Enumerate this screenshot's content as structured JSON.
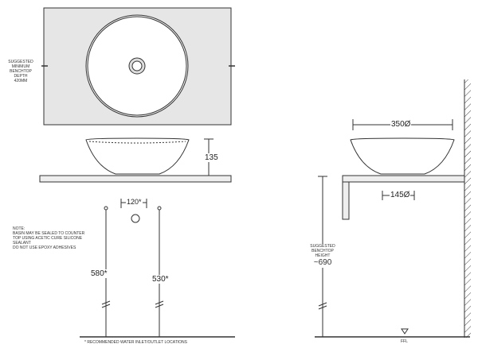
{
  "plan_view": {
    "side_label": [
      "SUGGESTED",
      "MINIMUM",
      "BENCHTOP",
      "DEPTH",
      "420mm"
    ]
  },
  "front_view": {
    "basin_height": "135",
    "waste_spacing": "120*",
    "inlet_height_left": "580*",
    "inlet_height_right": "530*",
    "note": [
      "NOTE:",
      "BASIN MAY BE SEALED TO COUNTER",
      "TOP USING ACETIC CURE SILICONE",
      "SEALANT",
      "DO NOT USE EPOXY ADHESIVES"
    ],
    "footnote": "* RECOMMENDED WATER INLET/OUTLET LOCATIONS"
  },
  "side_view": {
    "basin_diameter": "350Ø",
    "base_diameter": "145Ø",
    "height_label": [
      "SUGGESTED",
      "BENCHTOP",
      "HEIGHT"
    ],
    "height_value": "~690",
    "floor_label": "FFL"
  }
}
